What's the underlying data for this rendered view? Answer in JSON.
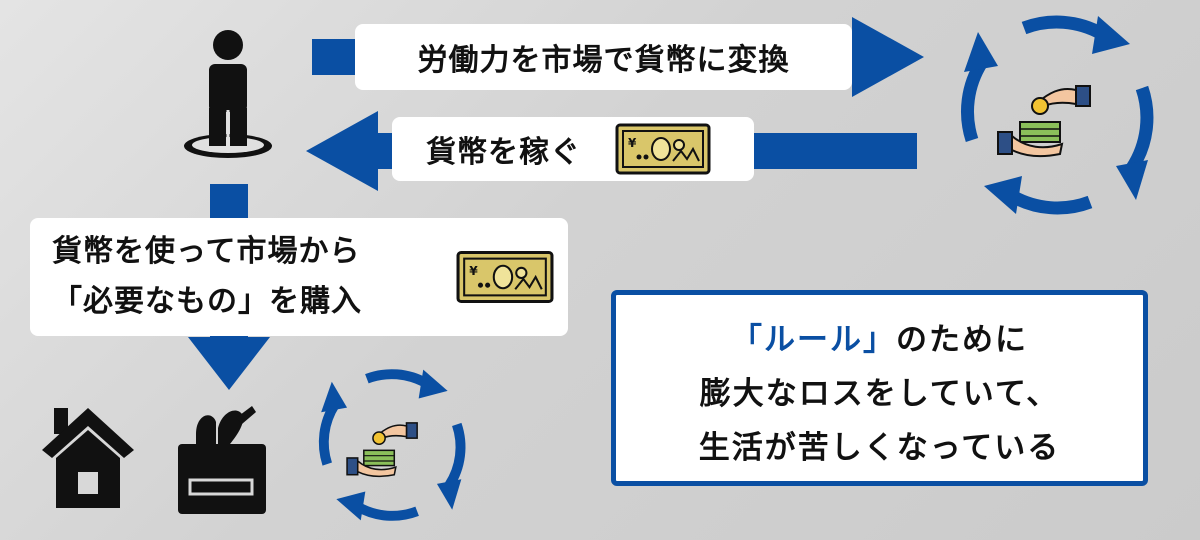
{
  "diagram": {
    "labels": {
      "top": "労働力を市場で貨幣に変換",
      "middle": "貨幣を稼ぐ",
      "buy_line1": "貨幣を使って市場から",
      "buy_line2": "「必要なもの」を購入"
    },
    "note": {
      "line1_accent": "「ルール」",
      "line1_rest": "のために",
      "line2": "膨大なロスをしていて、",
      "line3": "生活が苦しくなっている"
    },
    "icons": {
      "person": "person-icon",
      "house": "house-icon",
      "grocery": "grocery-bag-icon",
      "exchange": "money-exchange-cycle-icon",
      "banknote": "yen-banknote-icon"
    },
    "colors": {
      "arrow_blue": "#0a4fa3",
      "note_accent": "#0a4fa3",
      "note_border": "#0a4fa3",
      "banknote_fill": "#d9c66a"
    }
  }
}
